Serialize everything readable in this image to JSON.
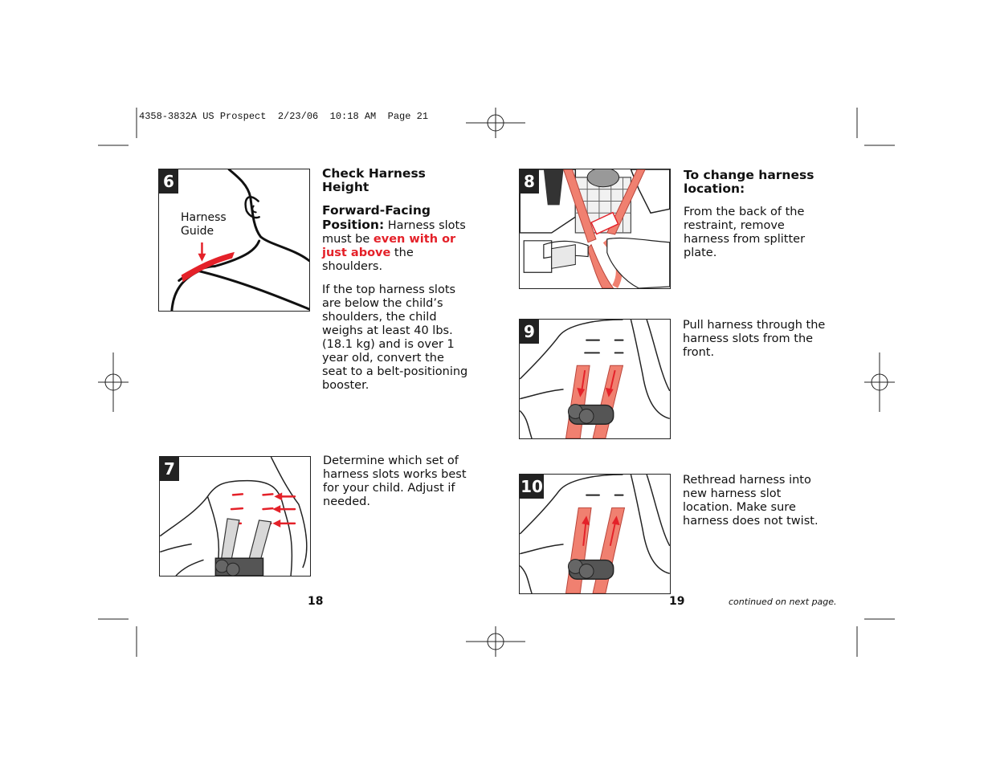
{
  "slug": "4358-3832A US Prospect  2/23/06  10:18 AM  Page 21",
  "colors": {
    "accent_red": "#e42129",
    "harness_pink": "#f08070",
    "ink": "#222222"
  },
  "steps": {
    "s6": {
      "number": "6",
      "figure_label_1": "Harness",
      "figure_label_2": "Guide",
      "heading": "Check Harness Height",
      "p1_bold": "Forward-Facing Position:",
      "p1_a": " Harness slots must be ",
      "p1_red": "even with or just above",
      "p1_b": " the shoulders.",
      "p2": "If the top harness slots are below the child’s shoulders,  the child weighs at least 40 lbs. (18.1 kg) and is over 1 year old, convert the seat to a belt-positioning booster."
    },
    "s7": {
      "number": "7",
      "text": "Determine which set of harness slots works best for your child.  Adjust if needed."
    },
    "s8": {
      "number": "8",
      "heading": "To change harness location:",
      "text": "From the back of the restraint, remove harness from splitter plate."
    },
    "s9": {
      "number": "9",
      "text": "Pull harness through the harness slots from the front."
    },
    "s10": {
      "number": "10",
      "text": "Rethread harness into new harness slot location. Make sure harness does not twist."
    }
  },
  "page_left": "18",
  "page_right": "19",
  "continued": "continued on next page."
}
